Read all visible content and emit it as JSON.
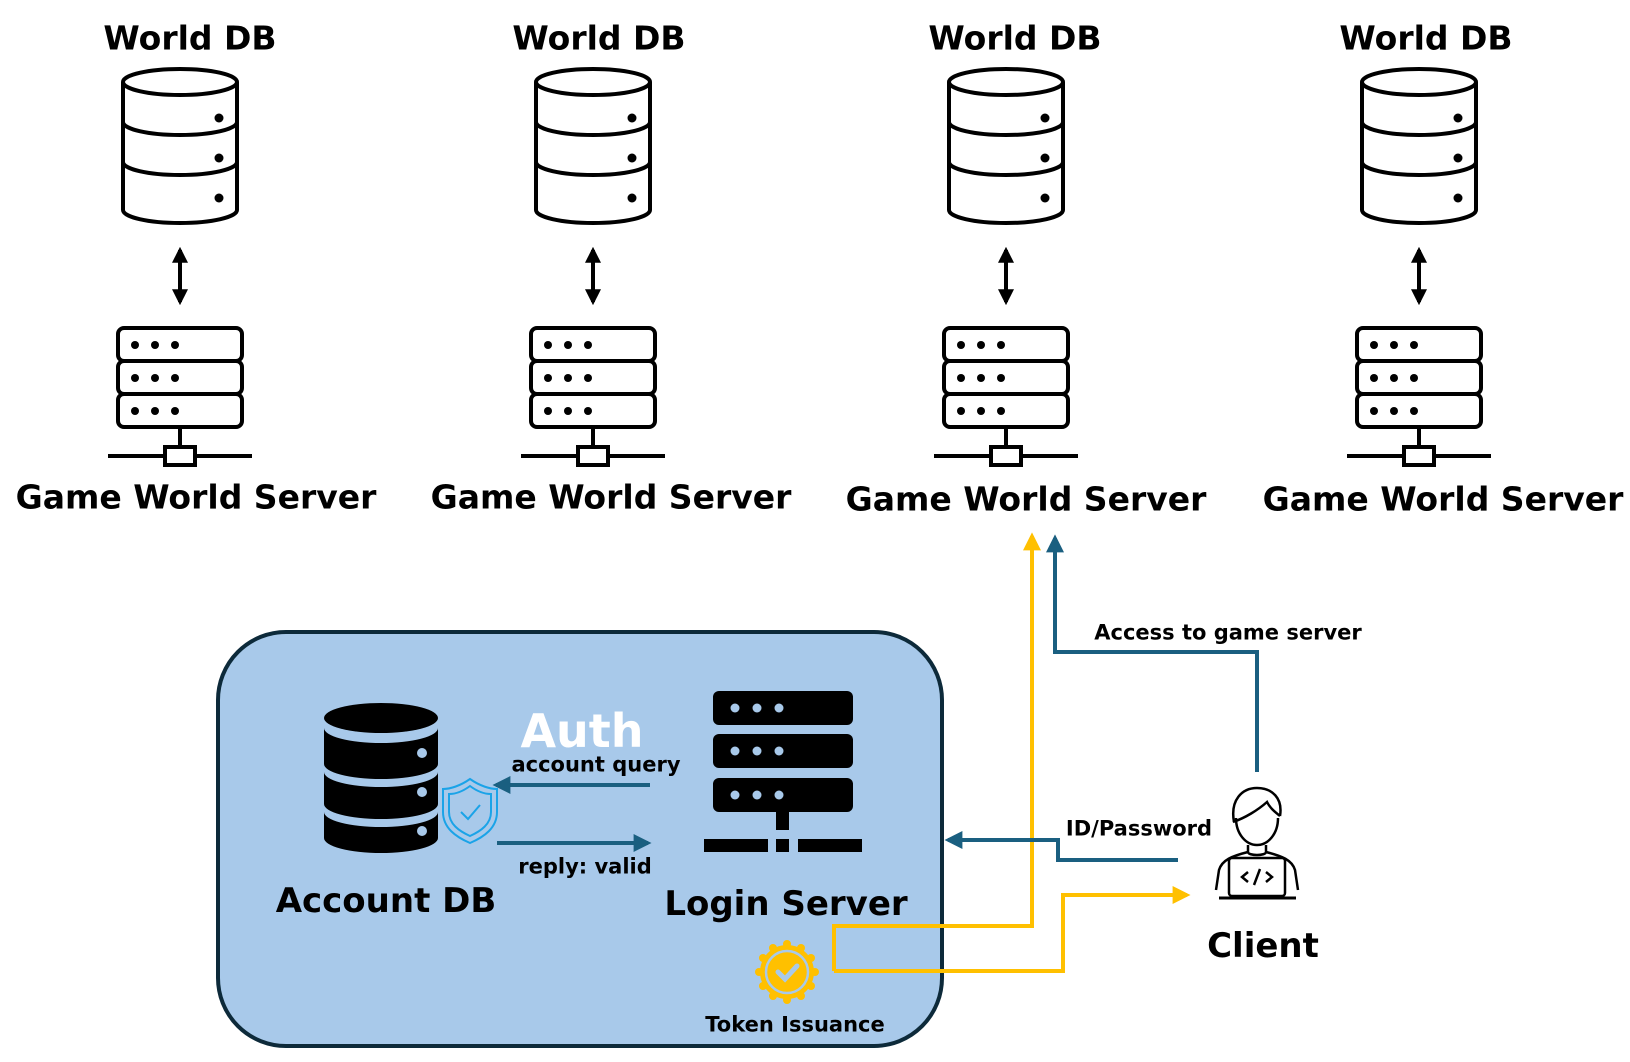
{
  "colors": {
    "box_fill": "#a8c9ea",
    "box_border": "#0d2a3a",
    "blue_arrow": "#1a5f80",
    "yellow_arrow": "#ffc000",
    "shield": "#1aa3e8",
    "text": "#000000",
    "auth_text": "#ffffff"
  },
  "world_columns": [
    {
      "db_label": "World DB",
      "server_label": "Game World Server"
    },
    {
      "db_label": "World DB",
      "server_label": "Game World Server"
    },
    {
      "db_label": "World DB",
      "server_label": "Game World Server"
    },
    {
      "db_label": "World DB",
      "server_label": "Game World Server"
    }
  ],
  "login_group": {
    "auth_label": "Auth",
    "account_query_label": "account query",
    "reply_label": "reply: valid",
    "account_db_label": "Account DB",
    "login_server_label": "Login Server",
    "token_label": "Token Issuance"
  },
  "client": {
    "label": "Client",
    "id_password_label": "ID/Password",
    "access_label": "Access to game server"
  }
}
